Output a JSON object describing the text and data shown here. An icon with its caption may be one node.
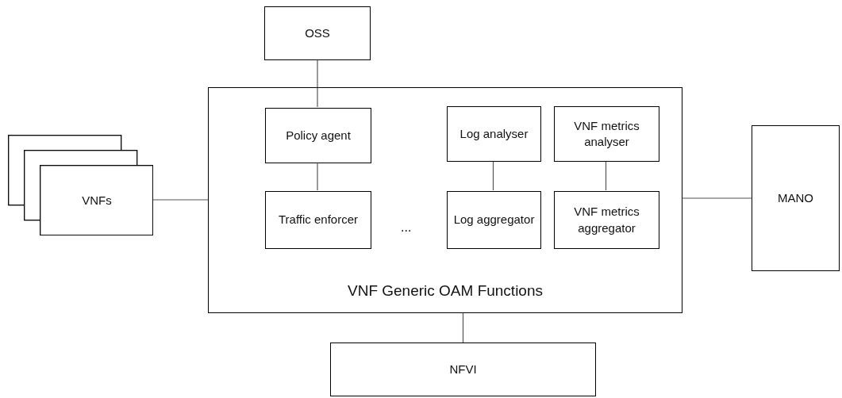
{
  "diagram": {
    "nodes": [
      {
        "text": [
          "OSS"
        ]
      },
      {
        "text": [
          "VNF Generic OAM Functions"
        ]
      },
      {
        "text": [
          "Policy agent"
        ],
        "in": 1
      },
      {
        "text": [
          "Traffic enforcer"
        ],
        "in": 1
      },
      {
        "text": [
          "Log analyser"
        ],
        "in": 1
      },
      {
        "text": [
          "Log aggregator"
        ],
        "in": 1
      },
      {
        "text": [
          "VNF metrics analyser"
        ],
        "in": 1
      },
      {
        "text": [
          "VNF metrics aggregator"
        ],
        "in": 1
      },
      {
        "text": [
          "VNFs"
        ]
      },
      {
        "text": [
          "MANO"
        ]
      },
      {
        "text": [
          "NFVI"
        ]
      }
    ],
    "edges": [
      {
        "from": 0,
        "to": 2,
        "arrow": "none"
      },
      {
        "from": 2,
        "to": 3,
        "arrow": "none"
      },
      {
        "from": 4,
        "to": 5,
        "arrow": "none"
      },
      {
        "from": 6,
        "to": 7,
        "arrow": "none"
      },
      {
        "from": 8,
        "to": 1,
        "arrow": "none"
      },
      {
        "from": 1,
        "to": 9,
        "arrow": "none"
      },
      {
        "from": 1,
        "to": 10,
        "arrow": "none"
      }
    ],
    "labels": [
      "..."
    ]
  }
}
